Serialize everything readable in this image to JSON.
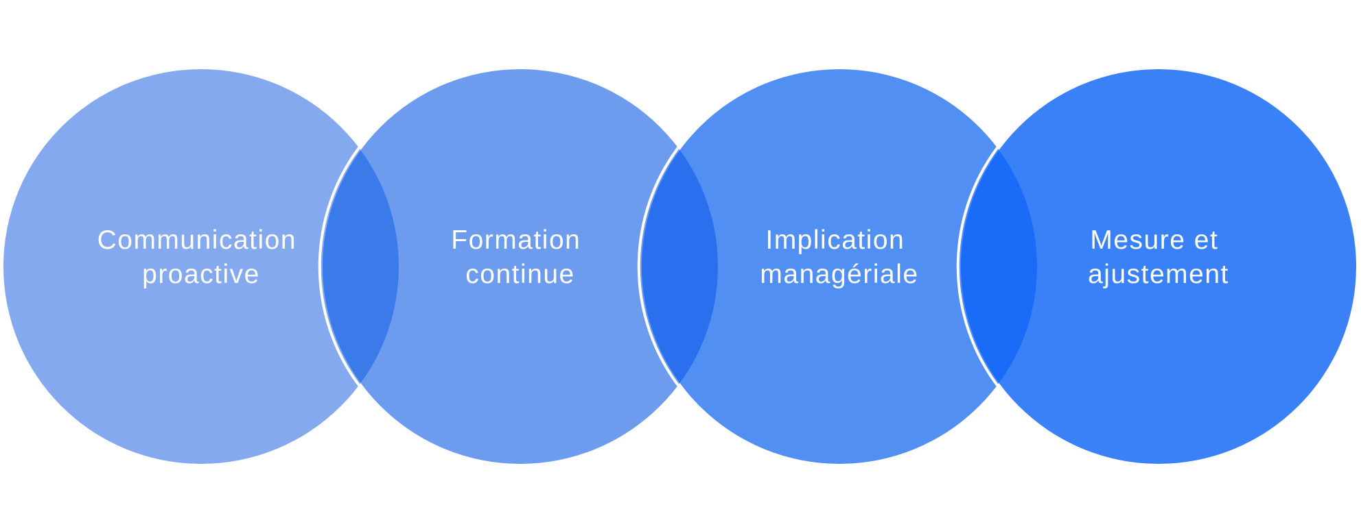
{
  "diagram": {
    "type": "overlapping-circles",
    "colors": {
      "background": "#ffffff",
      "circles": [
        "#84a9ee",
        "#6d9cef",
        "#528ff2",
        "#3a81f7"
      ],
      "overlaps": [
        "#3a7be9",
        "#2a6fee",
        "#1a6bf8"
      ],
      "overlap_outline": "#ffffff",
      "label": "#ffffff"
    },
    "steps": [
      {
        "label_line1": "Communication",
        "label_line2": "proactive"
      },
      {
        "label_line1": "Formation",
        "label_line2": "continue"
      },
      {
        "label_line1": "Implication",
        "label_line2": "managériale"
      },
      {
        "label_line1": "Mesure et",
        "label_line2": "ajustement"
      }
    ]
  }
}
